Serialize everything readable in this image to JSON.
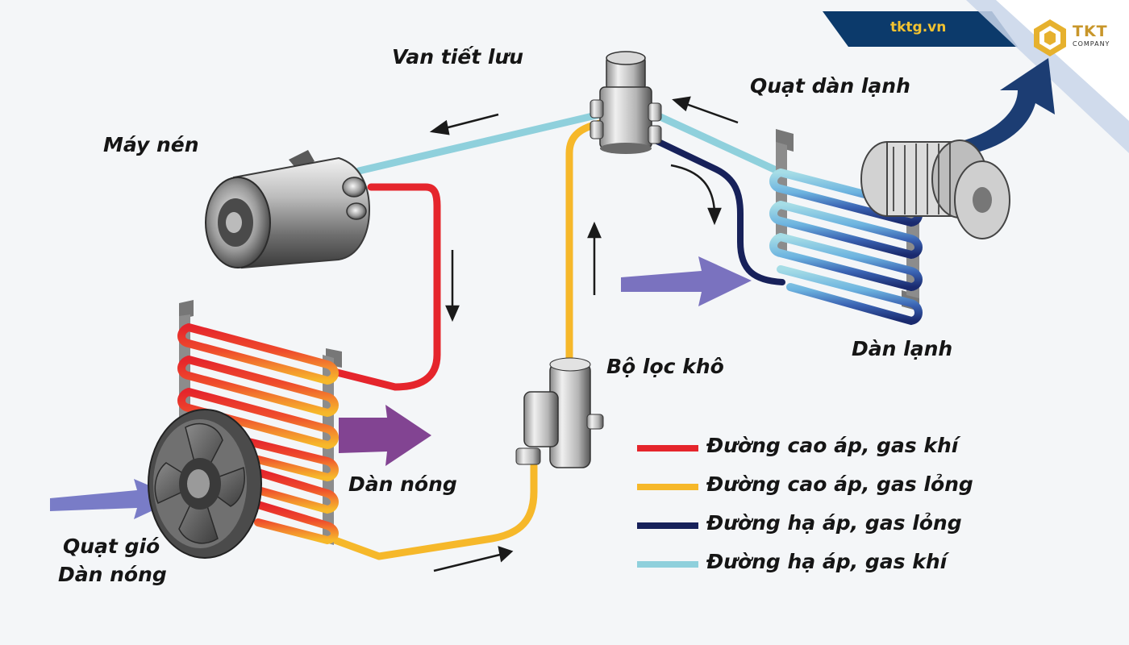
{
  "brand": {
    "site": "tktg.vn",
    "name": "TKT",
    "sub": "COMPANY"
  },
  "labels": {
    "expansion_valve": "Van tiết lưu",
    "compressor": "Máy nén",
    "evaporator_fan": "Quạt dàn lạnh",
    "evaporator": "Dàn lạnh",
    "filter_drier": "Bộ lọc khô",
    "condenser": "Dàn nóng",
    "condenser_fan_line1": "Quạt gió",
    "condenser_fan_line2": "Dàn nóng"
  },
  "legend": [
    {
      "label": "Đường cao áp, gas khí",
      "color": "#e5252c"
    },
    {
      "label": "Đường cao áp, gas lỏng",
      "color": "#f6b82a"
    },
    {
      "label": "Đường hạ áp, gas lỏng",
      "color": "#17215a"
    },
    {
      "label": "Đường hạ áp, gas khí",
      "color": "#8fd0dc"
    }
  ],
  "colors": {
    "brand_navy": "#0c3a6b",
    "brand_gold": "#f2c230",
    "airflow_in": "#6b6fc1",
    "airflow_hot": "#7b3a8c",
    "airflow_cold": "#1c3d73"
  }
}
